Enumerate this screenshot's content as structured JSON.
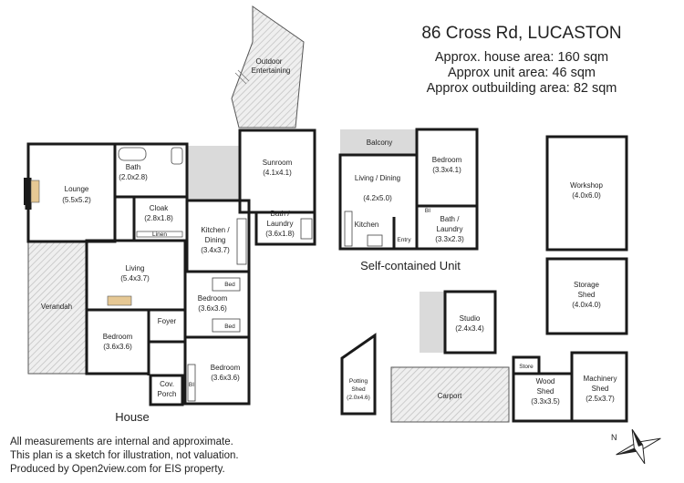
{
  "header": {
    "address": "86 Cross Rd, LUCASTON",
    "house_area": "Approx. house area: 160 sqm",
    "unit_area": "Approx unit area: 46 sqm",
    "outbuilding_area": "Approx outbuilding area: 82 sqm"
  },
  "disclaimer": {
    "line1": "All measurements are internal and approximate.",
    "line2": "This plan is a sketch for illustration, not valuation.",
    "line3": "Produced by Open2view.com for EIS property."
  },
  "sections": {
    "house": "House",
    "unit": "Self-contained Unit"
  },
  "rooms": {
    "outdoor": {
      "name": "Outdoor",
      "name2": "Entertaining"
    },
    "sunroom": {
      "name": "Sunroom",
      "dims": "(4.1x4.1)"
    },
    "lounge": {
      "name": "Lounge",
      "dims": "(5.5x5.2)"
    },
    "bath": {
      "name": "Bath",
      "dims": "(2.0x2.8)"
    },
    "cloak": {
      "name": "Cloak",
      "dims": "(2.8x1.8)",
      "linen": "Linen"
    },
    "kitchen_dining": {
      "name": "Kitchen /",
      "name2": "Dining",
      "dims": "(3.4x3.7)"
    },
    "bath_laundry": {
      "name": "Bath /",
      "name2": "Laundry",
      "dims": "(3.6x1.8)"
    },
    "living": {
      "name": "Living",
      "dims": "(5.4x3.7)"
    },
    "verandah": {
      "name": "Verandah"
    },
    "bedroom_mid": {
      "name": "Bedroom",
      "dims": "(3.6x3.6)",
      "bed1": "Bed",
      "bed2": "Bed"
    },
    "bedroom_left": {
      "name": "Bedroom",
      "dims": "(3.6x3.6)"
    },
    "foyer": {
      "name": "Foyer"
    },
    "cov_porch": {
      "name": "Cov.",
      "name2": "Porch"
    },
    "bedroom_low": {
      "name": "Bedroom",
      "dims": "(3.6x3.6)"
    },
    "bi": {
      "name": "BI"
    },
    "balcony": {
      "name": "Balcony"
    },
    "unit_living": {
      "name": "Living / Dining",
      "dims": "(4.2x5.0)"
    },
    "unit_kitchen": {
      "name": "Kitchen"
    },
    "unit_entry": {
      "name": "Entry"
    },
    "unit_bedroom": {
      "name": "Bedroom",
      "dims": "(3.3x4.1)"
    },
    "unit_bi": {
      "name": "BI"
    },
    "unit_bath": {
      "name": "Bath /",
      "name2": "Laundry",
      "dims": "(3.3x2.3)"
    },
    "workshop": {
      "name": "Workshop",
      "dims": "(4.0x6.0)"
    },
    "storage": {
      "name": "Storage",
      "name2": "Shed",
      "dims": "(4.0x4.0)"
    },
    "studio": {
      "name": "Studio",
      "dims": "(2.4x3.4)"
    },
    "potting": {
      "name": "Potting",
      "name2": "Shed",
      "dims": "(2.0x4.6)"
    },
    "carport": {
      "name": "Carport"
    },
    "store": {
      "name": "Store"
    },
    "wood": {
      "name": "Wood",
      "name2": "Shed",
      "dims": "(3.3x3.5)"
    },
    "machinery": {
      "name": "Machinery",
      "name2": "Shed",
      "dims": "(2.5x3.7)"
    }
  },
  "compass": {
    "label": "N"
  },
  "colors": {
    "wall": "#1a1a1a",
    "hatch": "#c8c8c8",
    "grey_fill": "#dadada"
  }
}
